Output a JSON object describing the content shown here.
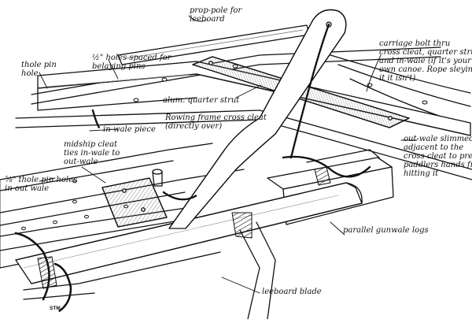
{
  "colors": {
    "ink": "#111111",
    "hatch": "#555555",
    "wood": "#ffffff",
    "plate": "#b9b9b9",
    "shade": "#9a9a9a"
  },
  "diagram": {
    "labels": {
      "prop_pole": "prop-pole for\nleeboard",
      "belaying_holes": "½\" holes spaced for\nbelaying pins",
      "thole_pin_hole": "thole pin\nhole",
      "carriage_bolt": "carriage bolt thru\ncross cleat, quarter strut\nand in-wale (if it's your\nown canoe. Rope sleying\nit it isn't)",
      "alum_quarter_strut": "alum. quarter strut",
      "rowing_frame": "Rowing frame cross cleat\n(directly over)",
      "in_wale_piece": "in-wale piece",
      "midship_cleat": "midship cleat\nties in-wale to\nout-wale",
      "out_wale_slimmed": "out-wale slimmed\nadjacent to the\ncross cleat to prevent\npaddlers hands from\nhitting it",
      "thole_pin_holes_out_wale": "⅝\" thole pin holes\nin out wale",
      "parallel_gunwale_logs": "parallel gunwale logs",
      "leeboard_blade": "leeboard blade",
      "signature": "STM"
    }
  }
}
